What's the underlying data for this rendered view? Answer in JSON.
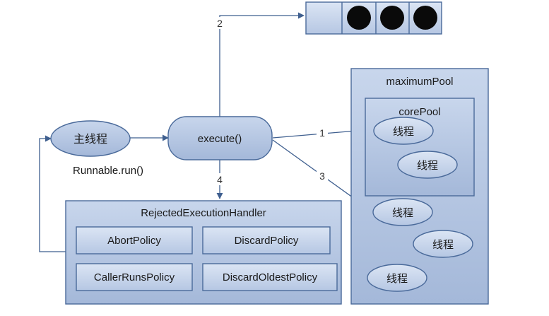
{
  "colors": {
    "box_fill": "#c5d3ea",
    "box_fill_dark": "#a9bcdb",
    "box_stroke": "#4a6a9a",
    "line": "#3f5f8f",
    "ball": "#0a0a0a"
  },
  "main_thread": {
    "label": "主线程",
    "caption": "Runnable.run()"
  },
  "execute": {
    "label": "execute()"
  },
  "queue": {
    "filled_slots": 3,
    "empty_slots": 1
  },
  "arrows": {
    "to_core": "1",
    "to_queue": "2",
    "to_max": "3",
    "to_handler": "4"
  },
  "maximum_pool": {
    "title": "maximumPool",
    "core_pool": {
      "title": "corePool",
      "threads": [
        "线程",
        "线程"
      ]
    },
    "extra_threads": [
      "线程",
      "线程",
      "线程"
    ]
  },
  "handler": {
    "title": "RejectedExecutionHandler",
    "policies": [
      "AbortPolicy",
      "DiscardPolicy",
      "CallerRunsPolicy",
      "DiscardOldestPolicy"
    ]
  }
}
